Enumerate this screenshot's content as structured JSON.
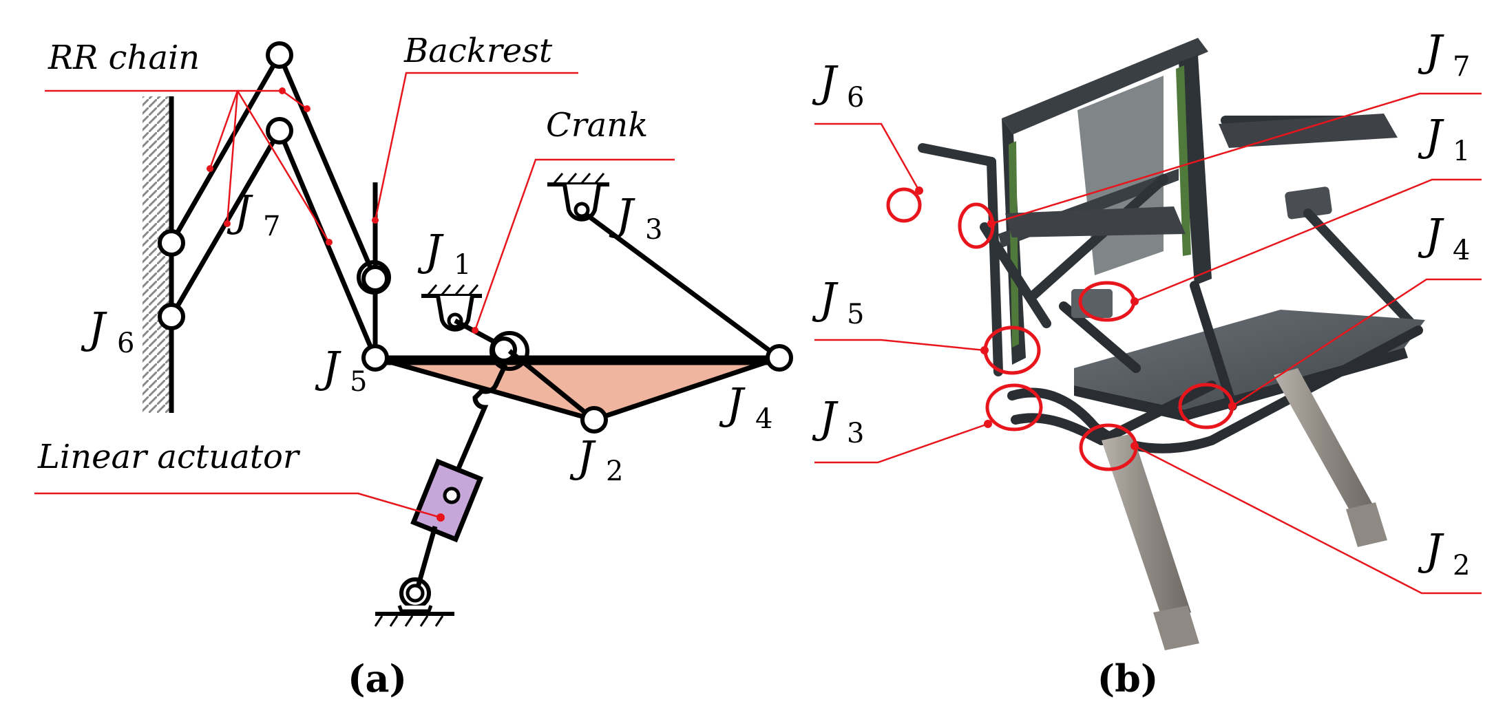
{
  "panel_a": {
    "caption": "(a)",
    "labels": {
      "rr_chain": "RR chain",
      "backrest": "Backrest",
      "crank": "Crank",
      "linear_actuator": "Linear actuator"
    },
    "joints": {
      "j1": "1",
      "j2": "2",
      "j3": "3",
      "j4": "4",
      "j5": "5",
      "j6": "6",
      "j7": "7"
    },
    "joint_letter": "J"
  },
  "panel_b": {
    "caption": "(b)",
    "joints": {
      "j1": "1",
      "j2": "2",
      "j3": "3",
      "j4": "4",
      "j5": "5",
      "j6": "6",
      "j7": "7"
    },
    "joint_letter": "J"
  },
  "colors": {
    "leader": "#e8161c",
    "link": "#000000",
    "coupler_fill": "#efb59e",
    "actuator_fill": "#c7a6d9",
    "frame": "#30353a",
    "seat": "#5b6166",
    "armrest": "#3e4246",
    "leg": "#9a9590"
  }
}
